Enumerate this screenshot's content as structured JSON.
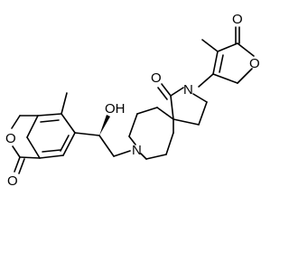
{
  "structure": {
    "atoms": {
      "o_lactone_right_carbonyl": "O",
      "o_lactone_right_ring": "O",
      "n_pyrrolidinone": "N",
      "o_pyrrolidinone_carbonyl": "O",
      "n_piperidine": "N",
      "oh_group": "OH",
      "o_lactone_left_ring": "O",
      "o_lactone_left_carbonyl": "O"
    },
    "colors": {
      "bond": "#000000",
      "label": "#000000",
      "background": "#ffffff"
    }
  }
}
